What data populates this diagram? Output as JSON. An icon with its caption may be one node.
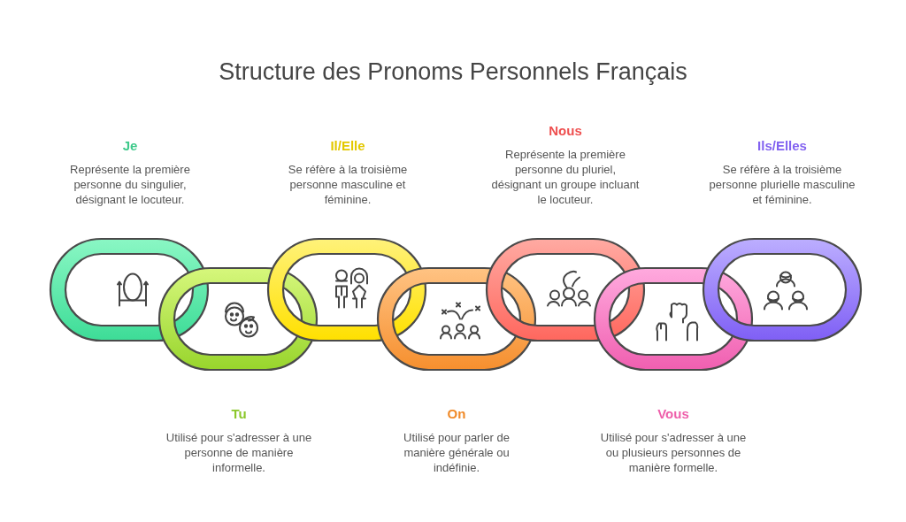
{
  "diagram": {
    "title": "Structure des Pronoms Personnels Français",
    "nodes": [
      {
        "text": [],
        "shape": "ring"
      },
      {
        "text": [],
        "shape": "ring"
      },
      {
        "text": [],
        "shape": "ring"
      },
      {
        "text": [],
        "shape": "ring"
      },
      {
        "text": [],
        "shape": "ring"
      },
      {
        "text": [],
        "shape": "ring"
      },
      {
        "text": [],
        "shape": "ring"
      }
    ],
    "labels": [
      "Je",
      "Représente la première personne du singulier, désignant le locuteur.",
      "Il/Elle",
      "Se réfère à la troisième personne masculine et féminine.",
      "Nous",
      "Représente la première personne du pluriel, désignant un groupe incluant le locuteur.",
      "Ils/Elles",
      "Se réfère à la troisième personne plurielle masculine et féminine.",
      "Tu",
      "Utilisé pour s'adresser à une personne de manière informelle.",
      "On",
      "Utilisé pour parler de manière générale ou indéfinie.",
      "Vous",
      "Utilisé pour s'adresser à une ou plusieurs personnes de manière formelle."
    ]
  }
}
